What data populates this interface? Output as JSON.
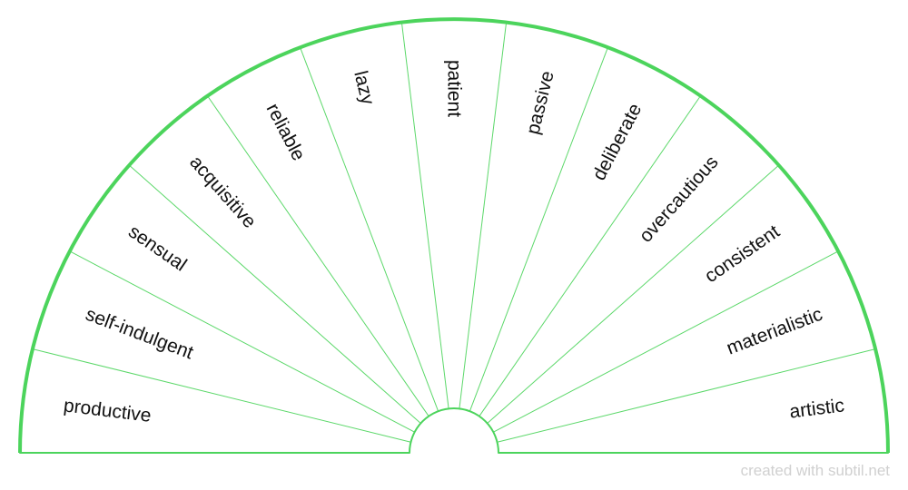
{
  "diagram": {
    "accent_color": "#4cd45c",
    "divider_color": "#5cd86a",
    "text_color": "#111111",
    "sectors": [
      {
        "label": "productive"
      },
      {
        "label": "self-indulgent"
      },
      {
        "label": "sensual"
      },
      {
        "label": "acquisitive"
      },
      {
        "label": "reliable"
      },
      {
        "label": "lazy"
      },
      {
        "label": "patient"
      },
      {
        "label": "passive"
      },
      {
        "label": "deliberate"
      },
      {
        "label": "overcautious"
      },
      {
        "label": "consistent"
      },
      {
        "label": "materialistic"
      },
      {
        "label": "artistic"
      }
    ]
  },
  "footer": {
    "credit": "created with subtil.net"
  }
}
